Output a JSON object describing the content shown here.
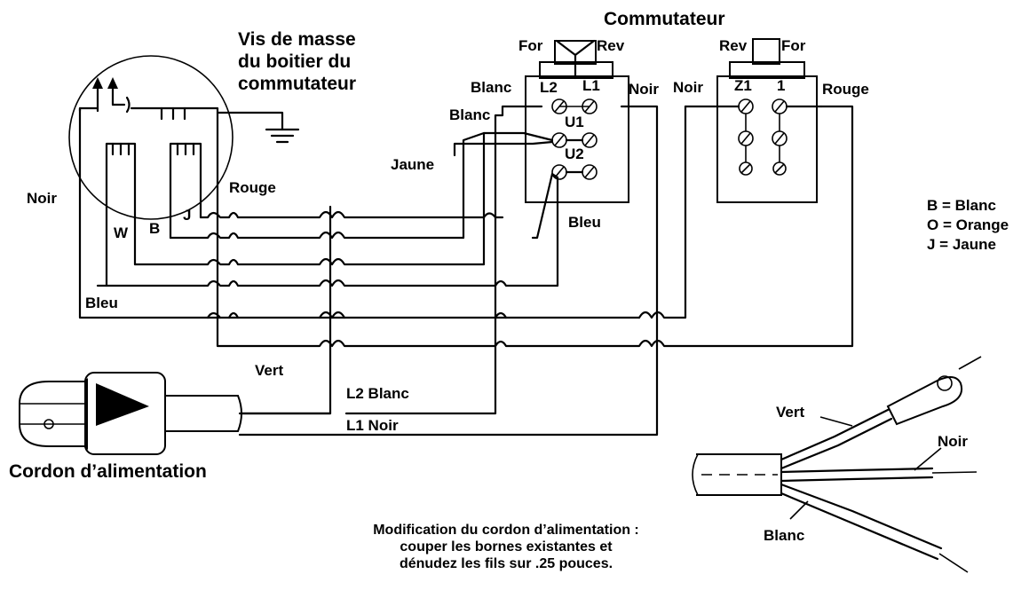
{
  "labels": {
    "commutateur": "Commutateur",
    "vis_line1": "Vis de masse",
    "vis_line2": "du boitier du",
    "vis_line3": "commutateur",
    "for_left": "For",
    "rev_left": "Rev",
    "rev_right": "Rev",
    "for_right": "For",
    "blanc_top": "Blanc",
    "l2_terminal": "L2",
    "l1_terminal": "L1",
    "noir_left_box": "Noir",
    "noir_right_box": "Noir",
    "z1_terminal": "Z1",
    "one_terminal": "1",
    "rouge_right": "Rouge",
    "blanc_second": "Blanc",
    "u1": "U1",
    "u2": "U2",
    "jaune": "Jaune",
    "bleu_switch": "Bleu",
    "rouge_motor": "Rouge",
    "noir_left": "Noir",
    "j_label": "J",
    "w_label": "W",
    "b_label": "B",
    "bleu_left": "Bleu",
    "vert": "Vert",
    "l2_blanc": "L2 Blanc",
    "l1_noir": "L1 Noir",
    "cordon": "Cordon d’alimentation",
    "legend_b": "B = Blanc",
    "legend_o": "O = Orange",
    "legend_j": "J = Jaune",
    "cord_vert": "Vert",
    "cord_noir": "Noir",
    "cord_blanc": "Blanc",
    "note_line1": "Modification du cordon d’alimentation :",
    "note_line2": "couper les bornes existantes et",
    "note_line3": "dénudez les fils sur .25 pouces."
  }
}
